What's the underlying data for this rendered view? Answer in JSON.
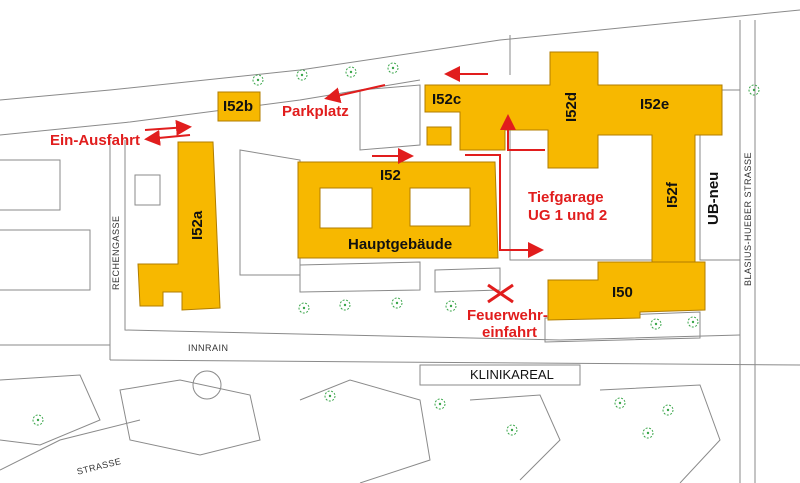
{
  "colors": {
    "building": "#f7b800",
    "building_border": "#b07d00",
    "arrow": "#e11d1d",
    "tree": "#3aa64a",
    "outline": "#7a7a7a"
  },
  "buildings": {
    "i52b": "I52b",
    "i52c": "I52c",
    "i52d": "I52d",
    "i52e": "I52e",
    "i52": "I52",
    "hauptgebaeude": "Hauptgebäude",
    "i52a": "I52a",
    "i52f": "I52f",
    "ub_neu": "UB-neu",
    "i50": "I50"
  },
  "labels": {
    "parkplatz": "Parkplatz",
    "ein_ausfahrt": "Ein-Ausfahrt",
    "tiefgarage_line1": "Tiefgarage",
    "tiefgarage_line2": "UG 1 und 2",
    "feuerwehr_line1": "Feuerwehr-",
    "feuerwehr_line2": "einfahrt",
    "klinikareal": "KLINIKAREAL"
  },
  "streets": {
    "innrain": "INNRAIN",
    "rechengasse": "RECHENGASSE",
    "blasius": "BLASIUS-HUEBER STRASSE",
    "strasse_bottom": "STRASSE"
  },
  "icons": [
    "tree-icon",
    "arrow-icon",
    "cross-icon"
  ]
}
